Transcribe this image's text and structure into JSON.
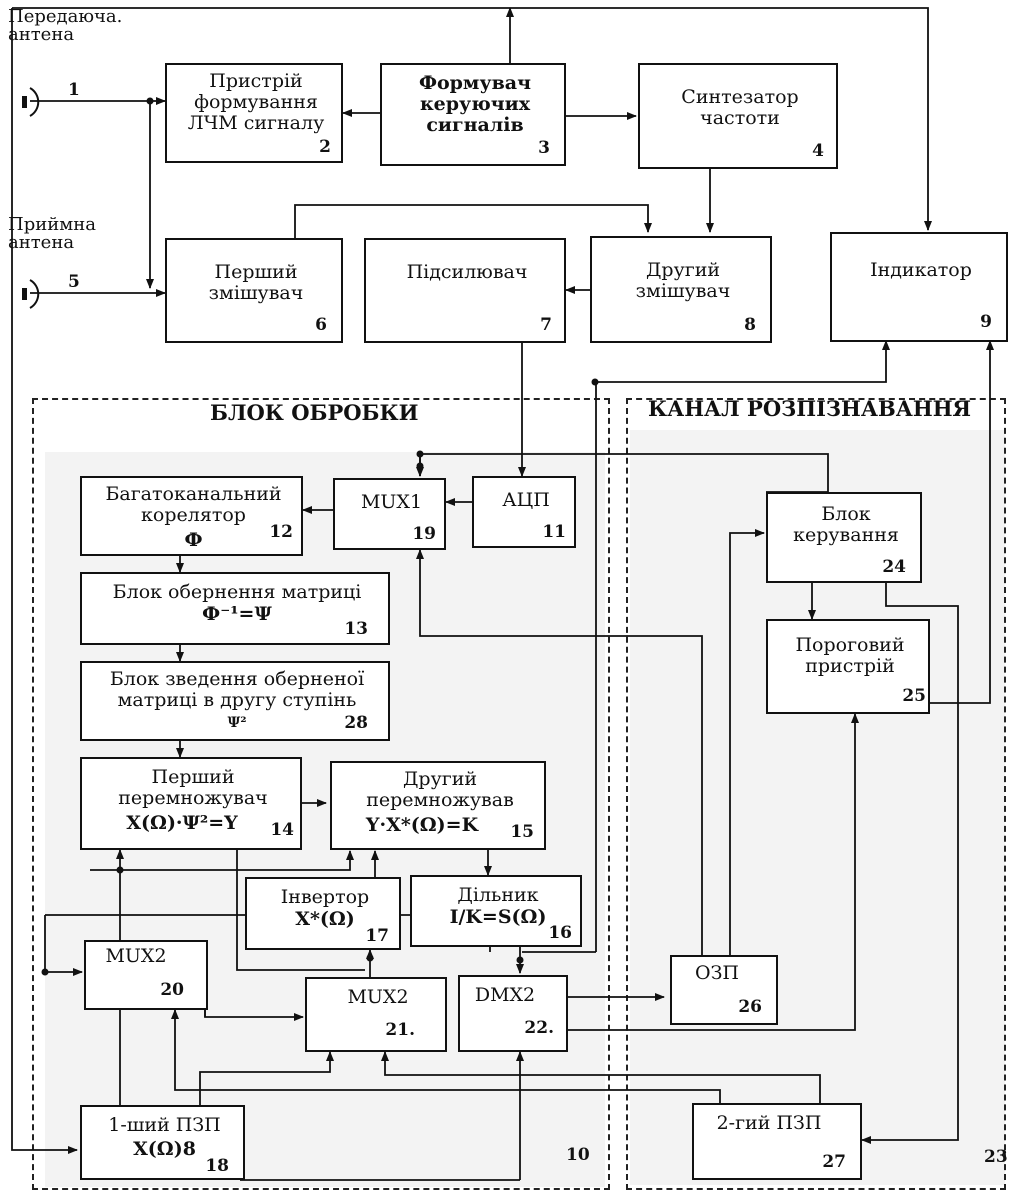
{
  "labels": {
    "tx_antenna": "Передаюча.\nантена",
    "rx_antenna": "Приймна\nантена",
    "n1": "1",
    "n5": "5",
    "processing_title": "БЛОК ОБРОБКИ",
    "recognition_title": "КАНАЛ РОЗПІЗНАВАННЯ",
    "n10": "10",
    "n23": "23"
  },
  "blocks": {
    "b2": {
      "text": "Пристрій\nформування\nЛЧМ сигналу",
      "num": "2"
    },
    "b3": {
      "text": "Формувач\nкеруючих\nсигналів",
      "num": "3"
    },
    "b4": {
      "text": "Синтезатор\nчастоти",
      "num": "4"
    },
    "b6": {
      "text": "Перший\nзмішувач",
      "num": "6"
    },
    "b7": {
      "text": "Підсилювач",
      "num": "7"
    },
    "b8": {
      "text": "Другий\nзмішувач",
      "num": "8"
    },
    "b9": {
      "text": "Індикатор",
      "num": "9"
    },
    "b11": {
      "text": "АЦП",
      "num": "11"
    },
    "b19": {
      "text": "MUX1",
      "num": "19"
    },
    "b12": {
      "text": "Багатоканальний\nкорелятор",
      "sub": "Ф",
      "num": "12"
    },
    "b13": {
      "text": "Блок обернення матриці",
      "sub": "Ф⁻¹=Ψ",
      "num": "13"
    },
    "b28": {
      "text": "Блок зведення оберненої\nматриці в другу ступінь",
      "sub": "Ψ²",
      "num": "28"
    },
    "b14": {
      "text": "Перший\nперемножувач",
      "sub": "X(Ω)·Ψ²=Y",
      "num": "14"
    },
    "b15": {
      "text": "Другий\nперемножував",
      "sub": "Y·X*(Ω)=K",
      "num": "15"
    },
    "b17": {
      "text": "Інвертор",
      "sub": "X*(Ω)",
      "num": "17"
    },
    "b16": {
      "text": "Дільник",
      "sub": "I/K=S(Ω)",
      "num": "16"
    },
    "b20": {
      "text": "MUX2",
      "num": "20"
    },
    "b21": {
      "text": "MUX2",
      "num": "21."
    },
    "b22": {
      "text": "DMX2",
      "num": "22."
    },
    "b18": {
      "text": "1-ший ПЗП",
      "sub": "X(Ω)8",
      "num": "18"
    },
    "b24": {
      "text": "Блок\nкерування",
      "num": "24"
    },
    "b25": {
      "text": "Пороговий\nпристрій",
      "num": "25"
    },
    "b26": {
      "text": "ОЗП",
      "num": "26"
    },
    "b27": {
      "text": "2-гий ПЗП",
      "num": "27"
    }
  }
}
